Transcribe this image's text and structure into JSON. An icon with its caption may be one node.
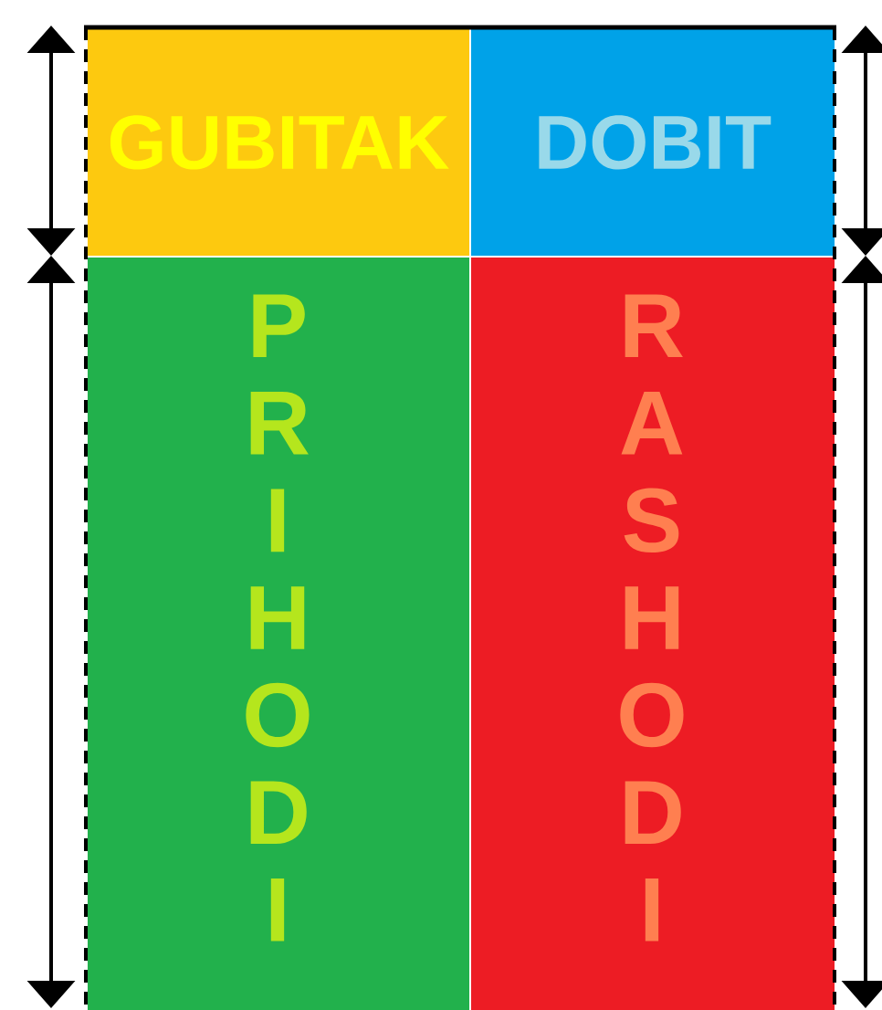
{
  "diagram": {
    "nodes": [
      {
        "text": [
          "GUBITAK"
        ]
      },
      {
        "text": [
          "DOBIT"
        ]
      },
      {
        "text": [
          "PRIHODI"
        ]
      },
      {
        "text": [
          "RASHODI"
        ]
      }
    ]
  }
}
